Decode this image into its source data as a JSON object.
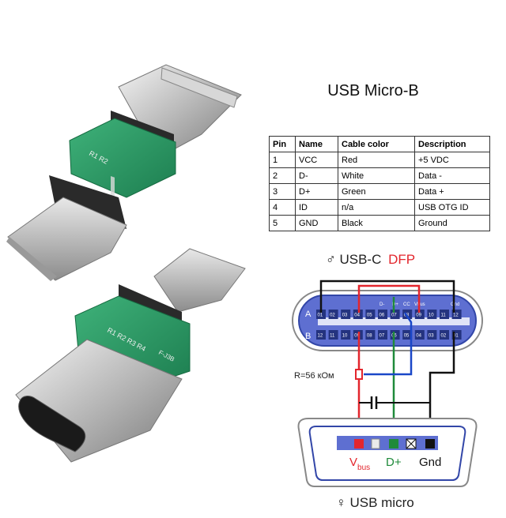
{
  "table": {
    "title": "USB Micro-B",
    "headers": [
      "Pin",
      "Name",
      "Cable color",
      "Description"
    ],
    "rows": [
      [
        "1",
        "VCC",
        "Red",
        "+5 VDC"
      ],
      [
        "2",
        "D-",
        "White",
        "Data -"
      ],
      [
        "3",
        "D+",
        "Green",
        "Data +"
      ],
      [
        "4",
        "ID",
        "n/a",
        "USB OTG ID"
      ],
      [
        "5",
        "GND",
        "Black",
        "Ground"
      ]
    ]
  },
  "photo": {
    "pcb_text_top": "R1 R2",
    "pcb_text_bottom": "R1 R2 R3 R4",
    "pcb_code": "F-J3B"
  },
  "diagram": {
    "top_label": "♂ USB-C",
    "top_label_accent": "DFP",
    "row_a": "A",
    "row_b": "B",
    "pins_a": [
      "01",
      "02",
      "03",
      "04",
      "05",
      "06",
      "07",
      "08",
      "09",
      "10",
      "11",
      "12"
    ],
    "pins_b": [
      "12",
      "11",
      "10",
      "09",
      "08",
      "07",
      "06",
      "05",
      "04",
      "03",
      "02",
      "01"
    ],
    "pin_tags": [
      "D-",
      "D+",
      "CC",
      "Vbus",
      "Gnd"
    ],
    "resistor": "R=56 кОм",
    "micro_labels": {
      "vbus_main": "V",
      "vbus_sub": "bus",
      "dplus": "D+",
      "gnd": "Gnd"
    },
    "bottom_label": "♀ USB micro",
    "colors": {
      "red": "#e3262d",
      "green": "#1f8a3a",
      "blue": "#1a47c8",
      "black": "#111111",
      "accent": "#e3262d",
      "plug": "#5e6fd1"
    }
  }
}
